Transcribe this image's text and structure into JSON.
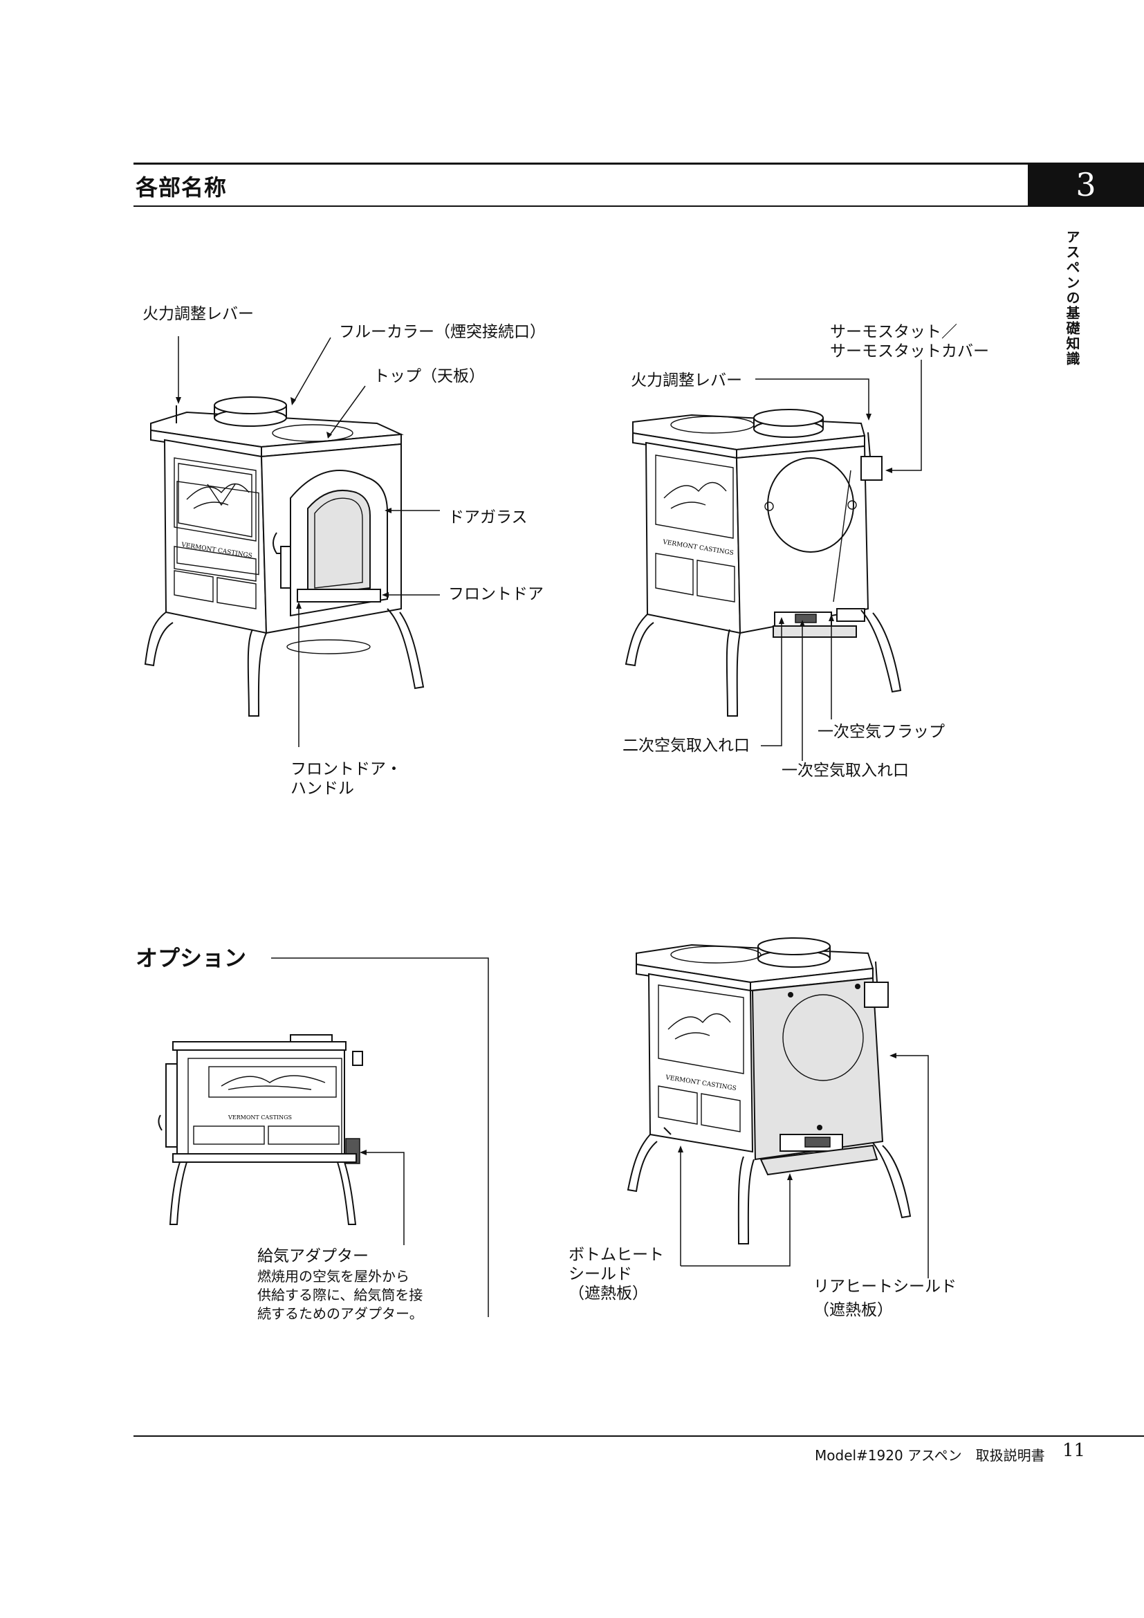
{
  "header": {
    "section_title": "各部名称",
    "chapter_number": "3",
    "chapter_vertical": "アスペンの基礎知識"
  },
  "parts_front": {
    "damper_lever": "火力調整レバー",
    "flue_collar": "フルーカラー（煙突接続口）",
    "top_plate": "トップ（天板）",
    "door_glass": "ドアガラス",
    "front_door": "フロントドア",
    "front_door_handle": "フロントドア・\nハンドル"
  },
  "parts_rear": {
    "thermostat": "サーモスタット／\nサーモスタットカバー",
    "damper_lever": "火力調整レバー",
    "primary_air_flap": "一次空気フラップ",
    "secondary_air_inlet": "二次空気取入れ口",
    "primary_air_inlet": "一次空気取入れ口"
  },
  "options": {
    "title": "オプション",
    "air_adapter_title": "給気アダプター",
    "air_adapter_desc": "燃焼用の空気を屋外から\n供給する際に、給気筒を接\n続するためのアダプター。",
    "bottom_heat_shield": "ボトムヒート\nシールド\n（遮熱板）",
    "rear_heat_shield_title": "リアヒートシールド",
    "rear_heat_shield_sub": "（遮熱板）"
  },
  "stove_brand": "VERMONT CASTINGS",
  "footer": {
    "model": "Model#1920 アスペン　取扱説明書",
    "page": "11"
  }
}
